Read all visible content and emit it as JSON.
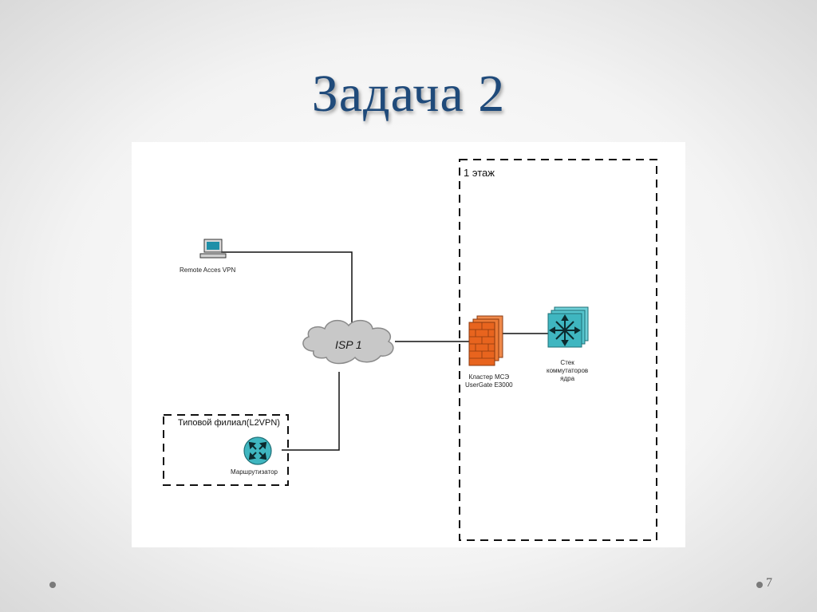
{
  "slide": {
    "title": "Задача 2",
    "page_number": "7"
  },
  "diagram": {
    "zones": {
      "floor_1": "1 этаж",
      "branch": "Типовой филиал(L2VPN)"
    },
    "nodes": {
      "remote_access": "Remote Acces VPN",
      "isp": "ISP 1",
      "firewall_cluster": [
        "Кластер МСЭ",
        "UserGate E3000"
      ],
      "core_switch_stack": [
        "Стек",
        "коммутаторов",
        "ядра"
      ],
      "router": "Маршрутизатор"
    },
    "colors": {
      "firewall": "#e8641e",
      "switch": "#3fb6c0",
      "router": "#3fb6c0",
      "cloud": "#c8c8c8",
      "title": "#1f4a7a"
    }
  }
}
